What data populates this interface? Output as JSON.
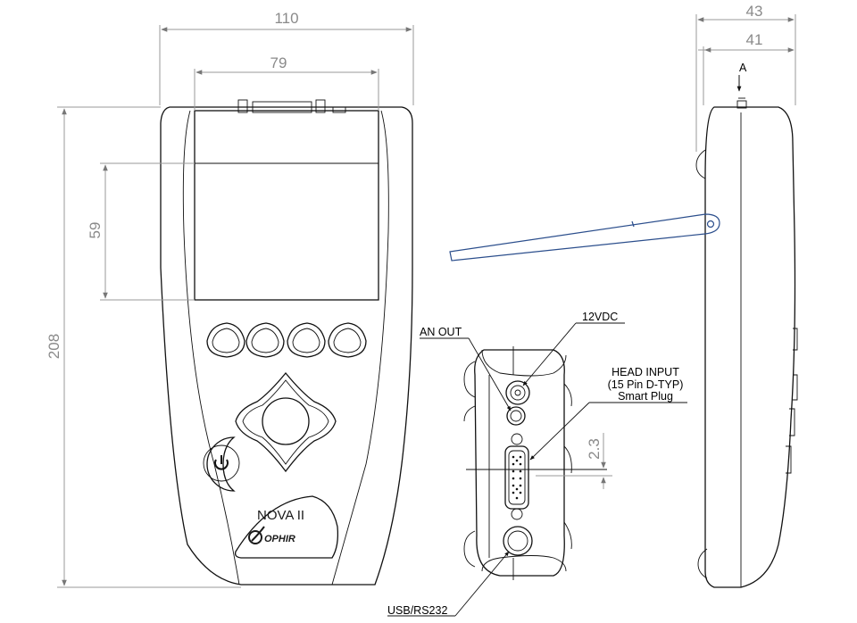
{
  "dimensions": {
    "total_width": "110",
    "screen_width": "79",
    "screen_height": "59",
    "total_height": "208",
    "depth_total": "43",
    "depth_body": "41",
    "connector_offset": "2.3"
  },
  "labels": {
    "view_a": "A",
    "an_out": "AN OUT",
    "dc_in": "12VDC",
    "head_input_line1": "HEAD INPUT",
    "head_input_line2": "(15 Pin D-TYP)",
    "head_input_line3": "Smart Plug",
    "usb": "USB/RS232"
  },
  "branding": {
    "product_name": "NOVA II",
    "company": "OPHIR"
  },
  "icons": {
    "power": "power-icon"
  }
}
